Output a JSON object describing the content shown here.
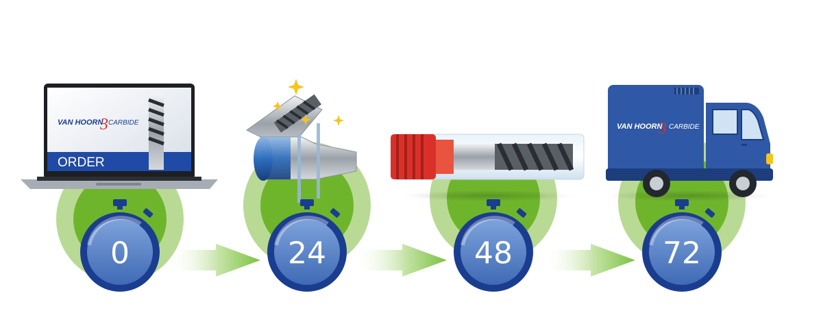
{
  "brand": {
    "name": "VAN HOORN",
    "suffix": "CARBIDE",
    "logo_mark": "3"
  },
  "laptop": {
    "screen_label": "ORDER"
  },
  "stages": [
    {
      "label": "0"
    },
    {
      "label": "24"
    },
    {
      "label": "48"
    },
    {
      "label": "72"
    }
  ],
  "colors": {
    "green_dark": "#6fb52c",
    "green_light": "#b9da94",
    "stopwatch_blue": "#1b3d8f",
    "stopwatch_face": "#5b86c8",
    "truck_blue": "#2f58a6",
    "tool_red": "#d9312a",
    "arrow_green": "#7cc242"
  },
  "icons": [
    "laptop-icon",
    "grinding-machine-icon",
    "packaged-end-mill-icon",
    "delivery-truck-icon",
    "stopwatch-icon",
    "arrow-right-icon"
  ]
}
